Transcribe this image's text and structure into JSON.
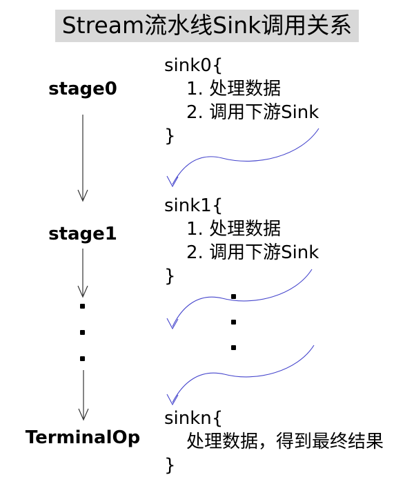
{
  "title": "Stream流水线Sink调用关系",
  "stages": [
    {
      "label": "stage0"
    },
    {
      "label": "stage1"
    },
    {
      "label": "TerminalOp"
    }
  ],
  "sinks": [
    {
      "header": "sink0{",
      "lines": [
        "1. 处理数据",
        "2. 调用下游Sink"
      ],
      "close": "}"
    },
    {
      "header": "sink1{",
      "lines": [
        "1. 处理数据",
        "2. 调用下游Sink"
      ],
      "close": "}"
    },
    {
      "header": "sinkn{",
      "lines": [
        "处理数据，得到最终结果"
      ],
      "close": "}"
    }
  ],
  "colors": {
    "curve_arrow": "#4444cc",
    "stage_arrow": "#333333",
    "title_highlight": "#d8d8d8",
    "text": "#000000",
    "background": "#ffffff"
  }
}
